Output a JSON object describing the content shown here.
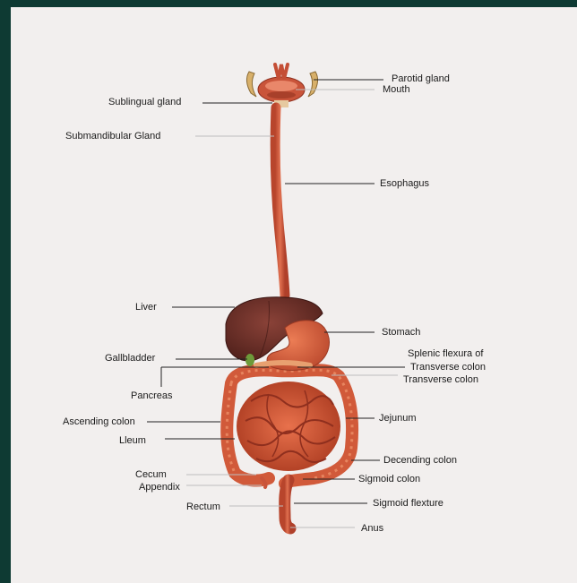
{
  "labels": {
    "parotid_gland": "Parotid gland",
    "mouth": "Mouth",
    "sublingual_gland": "Sublingual gland",
    "submandibular_gland": "Submandibular Gland",
    "esophagus": "Esophagus",
    "liver": "Liver",
    "stomach": "Stomach",
    "gallbladder": "Gallbladder",
    "splenic_flexura_line1": "Splenic flexura of",
    "splenic_flexura_line2": "Transverse colon",
    "transverse_colon": "Transverse colon",
    "pancreas": "Pancreas",
    "jejunum": "Jejunum",
    "ascending_colon": "Ascending colon",
    "ileum": "Lleum",
    "decending_colon": "Decending colon",
    "cecum": "Cecum",
    "appendix": "Appendix",
    "sigmoid_colon": "Sigmoid colon",
    "rectum": "Rectum",
    "sigmoid_flexture": "Sigmoid flexture",
    "anus": "Anus"
  },
  "colors": {
    "frame": "#0e3a33",
    "background": "#f2efee",
    "organ_red": "#d9603f",
    "organ_dark": "#9c3a24",
    "liver": "#6b2e26",
    "gland": "#d8b06a",
    "leader_line": "#222222",
    "leader_line_light": "#bdbdbd"
  }
}
